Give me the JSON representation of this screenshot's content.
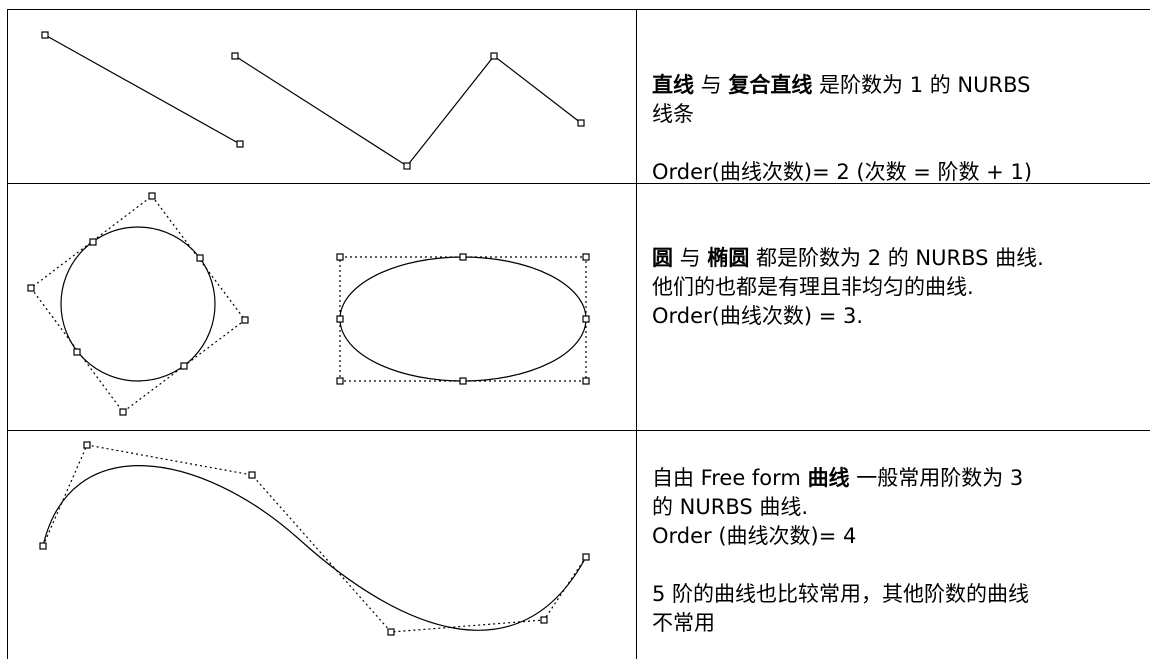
{
  "rows": [
    {
      "lines": [
        [
          {
            "t": "直线",
            "b": true
          },
          {
            "t": " 与 ",
            "b": false
          },
          {
            "t": "复合直线",
            "b": true
          },
          {
            "t": " 是阶数为 1 的 NURBS",
            "b": false
          }
        ],
        [
          {
            "t": "线条",
            "b": false
          }
        ],
        [],
        [
          {
            "t": "Order(曲线次数)= 2 (次数 = 阶数 + 1)",
            "b": false
          }
        ]
      ]
    },
    {
      "lines": [
        [
          {
            "t": "圆",
            "b": true
          },
          {
            "t": " 与 ",
            "b": false
          },
          {
            "t": "椭圆",
            "b": true
          },
          {
            "t": " 都是阶数为 2 的 NURBS 曲线.",
            "b": false
          }
        ],
        [
          {
            "t": "他们的也都是有理且非均匀的曲线.",
            "b": false
          }
        ],
        [
          {
            "t": "Order(曲线次数) = 3.",
            "b": false
          }
        ]
      ]
    },
    {
      "lines": [
        [
          {
            "t": "自由 Free form ",
            "b": false
          },
          {
            "t": "曲线",
            "b": true
          },
          {
            "t": " 一般常用阶数为 3",
            "b": false
          }
        ],
        [
          {
            "t": "的 NURBS 曲线.",
            "b": false
          }
        ],
        [
          {
            "t": "Order (曲线次数)= 4",
            "b": false
          }
        ],
        [],
        [
          {
            "t": "5 阶的曲线也比较常用，其他阶数的曲线",
            "b": false
          }
        ],
        [
          {
            "t": "不常用",
            "b": false
          }
        ]
      ]
    }
  ]
}
